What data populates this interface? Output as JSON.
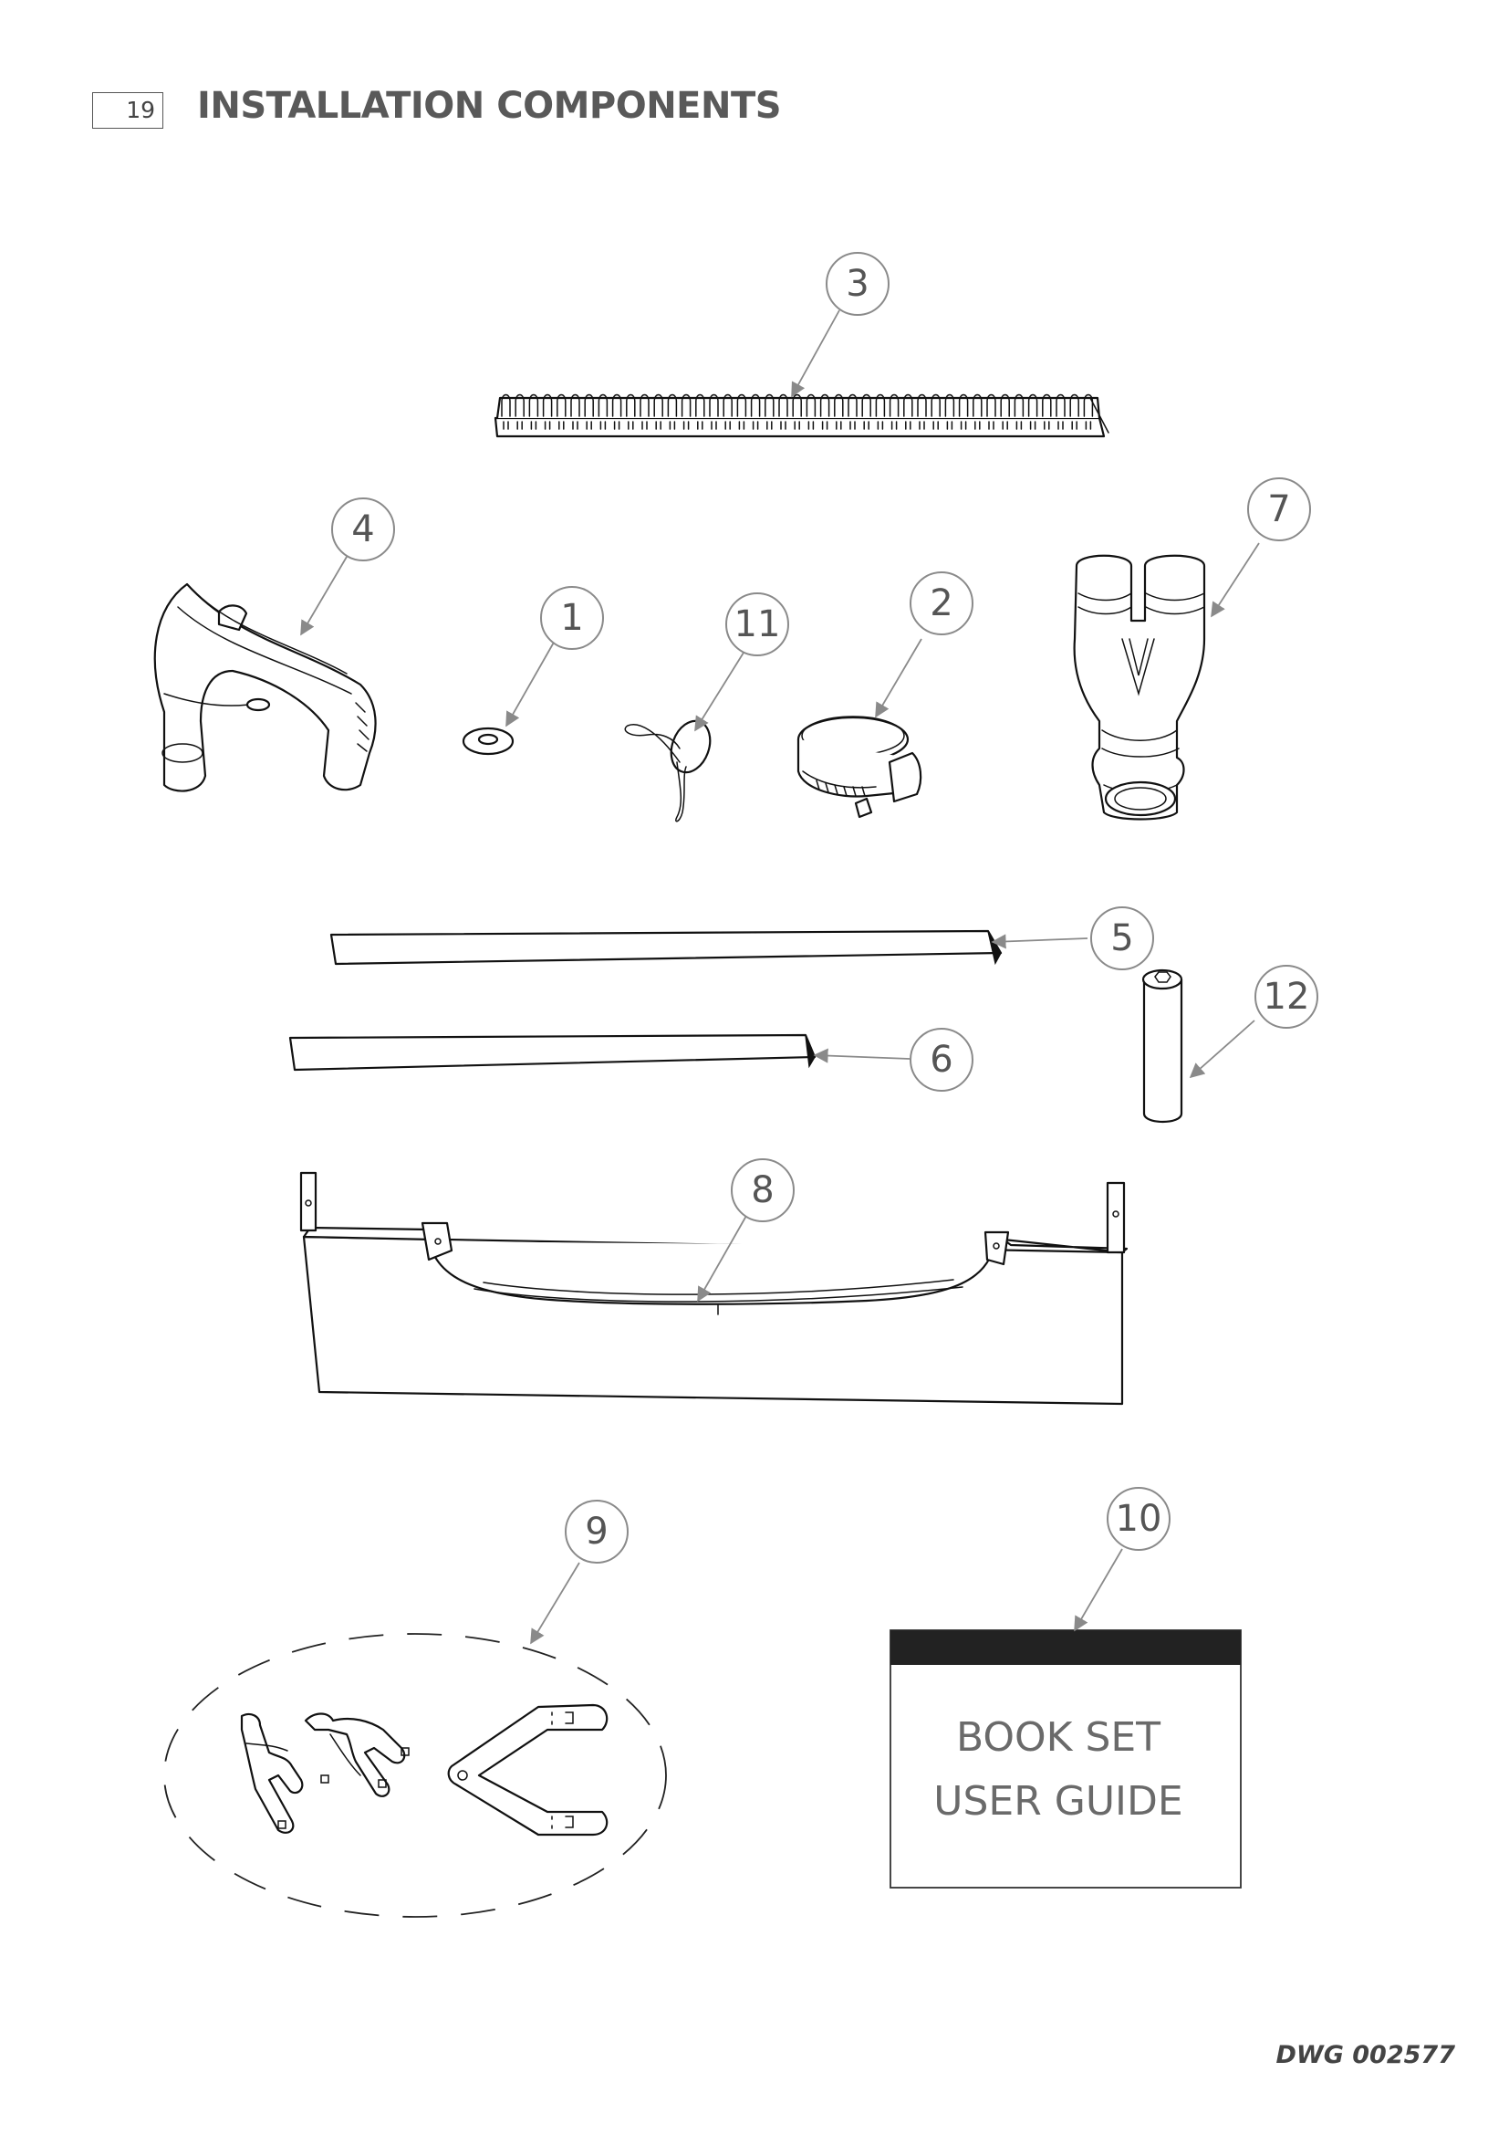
{
  "header": {
    "page_number": "19",
    "title": "INSTALLATION COMPONENTS"
  },
  "callouts": [
    "3",
    "4",
    "1",
    "11",
    "2",
    "7",
    "5",
    "12",
    "6",
    "8",
    "9",
    "10"
  ],
  "book": {
    "line1": "BOOK SET",
    "line2": "USER GUIDE"
  },
  "footer": {
    "drawing_number": "DWG 002577"
  }
}
